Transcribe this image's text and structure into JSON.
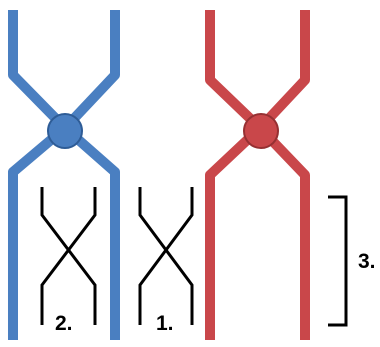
{
  "colors": {
    "blue_chromosome": "#4a7fc1",
    "blue_centromere": "#4a7fc1",
    "blue_centromere_stroke": "#2e5c96",
    "red_chromosome": "#c9474a",
    "red_centromere": "#c9474a",
    "red_centromere_stroke": "#963032",
    "black": "#000000"
  },
  "labels": {
    "one": "1.",
    "two": "2.",
    "three": "3."
  }
}
